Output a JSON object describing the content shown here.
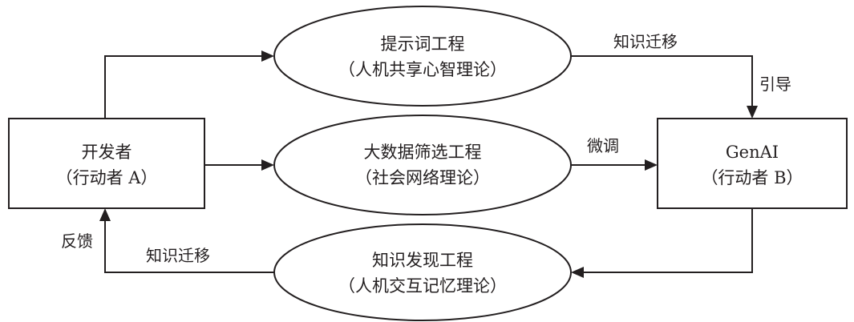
{
  "nodes": {
    "developer": {
      "line1": "开发者",
      "line2": "（行动者 A）"
    },
    "genai": {
      "line1": "GenAI",
      "line2": "（行动者 B）"
    },
    "prompt_engineering": {
      "line1": "提示词工程",
      "line2": "（人机共享心智理论）"
    },
    "bigdata_engineering": {
      "line1": "大数据筛选工程",
      "line2": "（社会网络理论）"
    },
    "discovery_engineering": {
      "line1": "知识发现工程",
      "line2": "（人机交互记忆理论）"
    }
  },
  "edges": {
    "prompt_to_genai_top": "知识迁移",
    "prompt_to_genai_side": "引导",
    "bigdata_to_genai": "微调",
    "discovery_to_developer": "知识迁移",
    "developer_feedback": "反馈"
  }
}
